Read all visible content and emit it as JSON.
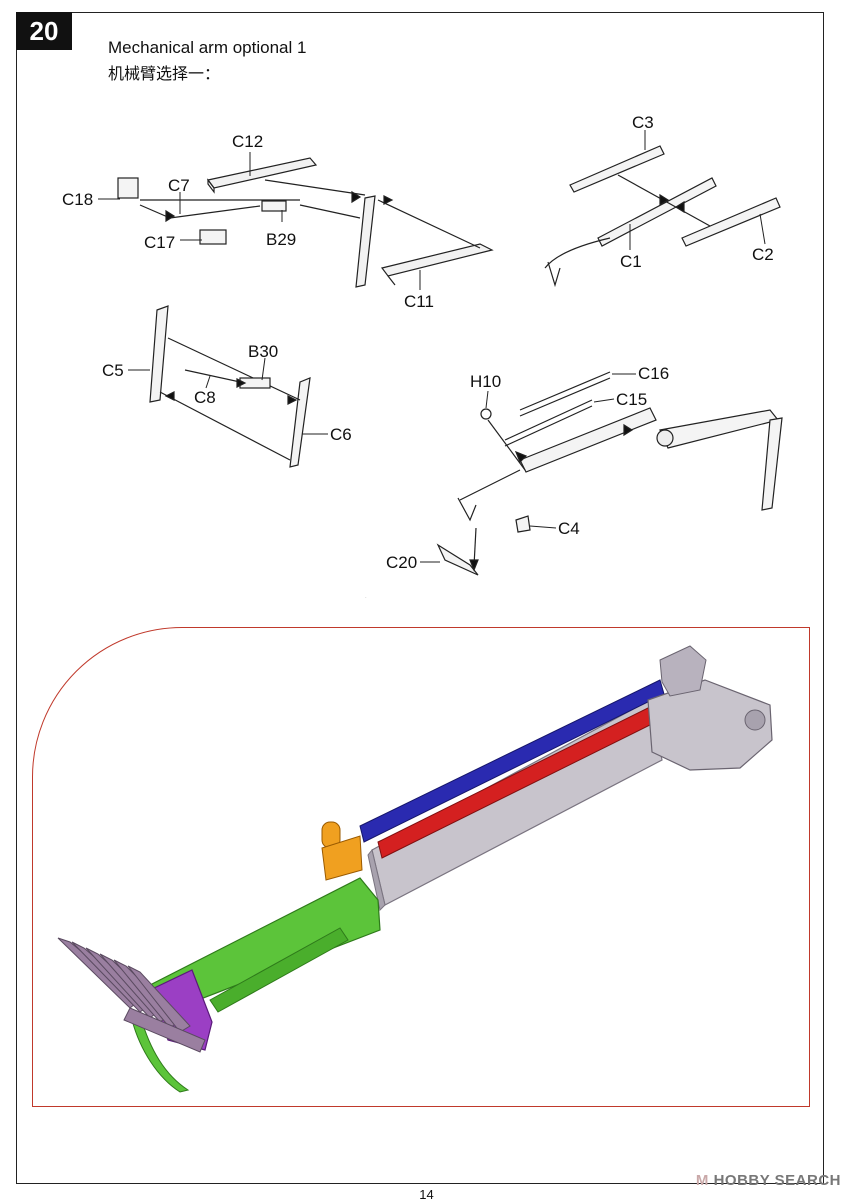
{
  "step": {
    "number": "20"
  },
  "title": {
    "en": "Mechanical arm optional 1",
    "zh": "机械臂选择一："
  },
  "part_labels": {
    "C12": "C12",
    "C7": "C7",
    "C18": "C18",
    "C17": "C17",
    "B29": "B29",
    "C11": "C11",
    "C3": "C3",
    "C1": "C1",
    "C2": "C2",
    "B30": "B30",
    "C5": "C5",
    "C8": "C8",
    "C6": "C6",
    "H10": "H10",
    "C16": "C16",
    "C15": "C15",
    "C4": "C4",
    "C20": "C20"
  },
  "page": {
    "number": "14"
  },
  "watermark": {
    "brand": "HOBBY SEARCH",
    "prefix": "M"
  },
  "colors": {
    "frame": "#222222",
    "callout_border": "#c0392b",
    "arm_grey": "#c8c4cc",
    "hose_blue": "#2a2ab0",
    "hose_red": "#d42020",
    "boom_green": "#5cc43a",
    "bucket_purple": "#9b3fc4",
    "teeth_mauve": "#9a7fa0",
    "bracket_orange": "#f0a020"
  }
}
